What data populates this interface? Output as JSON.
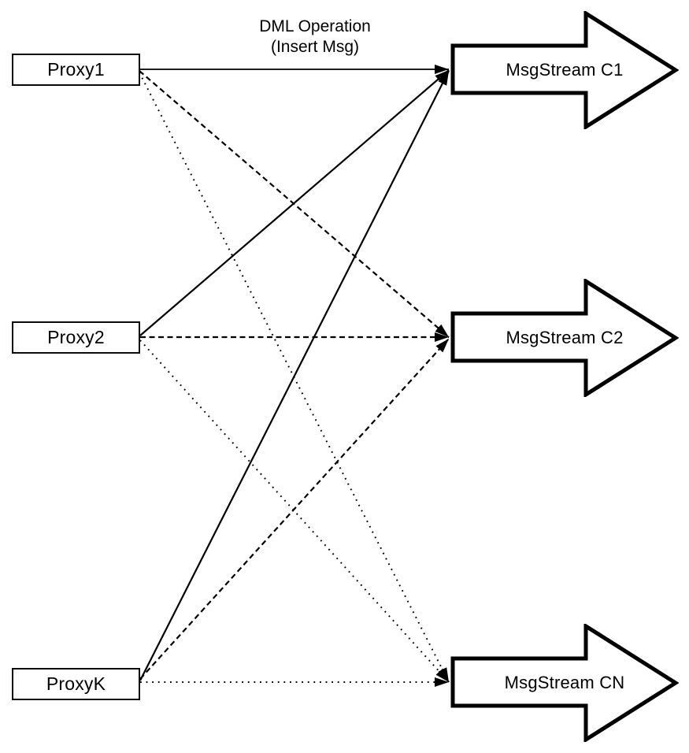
{
  "diagram": {
    "annotation": {
      "line1": "DML Operation",
      "line2": "(Insert Msg)"
    },
    "proxies": [
      {
        "id": "proxy1",
        "label": "Proxy1"
      },
      {
        "id": "proxy2",
        "label": "Proxy2"
      },
      {
        "id": "proxyk",
        "label": "ProxyK"
      }
    ],
    "streams": [
      {
        "id": "msgstream-c1",
        "label": "MsgStream C1"
      },
      {
        "id": "msgstream-c2",
        "label": "MsgStream C2"
      },
      {
        "id": "msgstream-cn",
        "label": "MsgStream CN"
      }
    ],
    "connections": [
      {
        "from": "Proxy1",
        "to": "MsgStream C1",
        "line_style": "solid"
      },
      {
        "from": "Proxy1",
        "to": "MsgStream C2",
        "line_style": "dashed"
      },
      {
        "from": "Proxy1",
        "to": "MsgStream CN",
        "line_style": "dotted"
      },
      {
        "from": "Proxy2",
        "to": "MsgStream C1",
        "line_style": "solid"
      },
      {
        "from": "Proxy2",
        "to": "MsgStream C2",
        "line_style": "dashed"
      },
      {
        "from": "Proxy2",
        "to": "MsgStream CN",
        "line_style": "dotted"
      },
      {
        "from": "ProxyK",
        "to": "MsgStream C1",
        "line_style": "solid"
      },
      {
        "from": "ProxyK",
        "to": "MsgStream C2",
        "line_style": "dashed"
      },
      {
        "from": "ProxyK",
        "to": "MsgStream CN",
        "line_style": "dotted"
      }
    ],
    "colors": {
      "stroke": "#000000",
      "node_fill": "#ffffff",
      "background": "#ffffff"
    }
  }
}
